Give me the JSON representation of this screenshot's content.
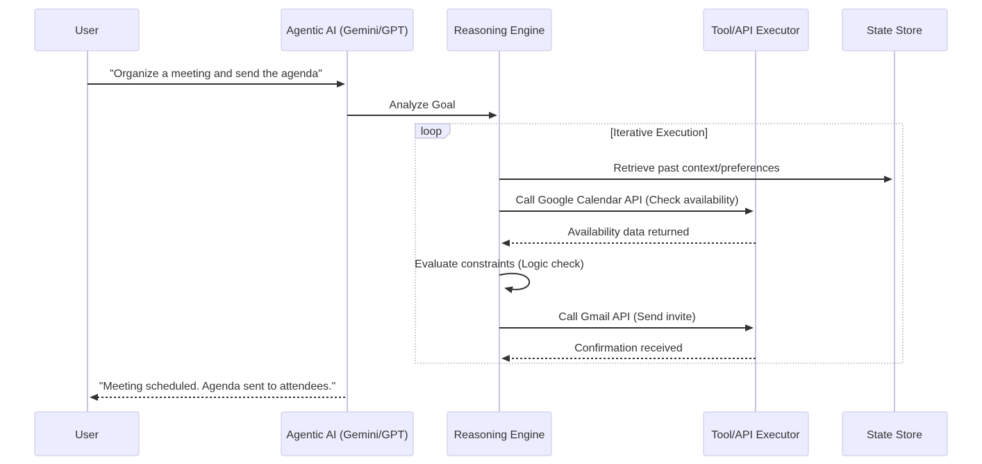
{
  "diagram": {
    "type": "sequence-diagram",
    "actors": [
      {
        "name": "User"
      },
      {
        "name": "Agentic AI (Gemini/GPT)"
      },
      {
        "name": "Reasoning Engine"
      },
      {
        "name": "Tool/API Executor"
      },
      {
        "name": "State Store"
      }
    ],
    "messages": [
      {
        "from": "User",
        "to": "Agentic AI (Gemini/GPT)",
        "text": "\"Organize a meeting and send the agenda\"",
        "line": "solid"
      },
      {
        "from": "Agentic AI (Gemini/GPT)",
        "to": "Reasoning Engine",
        "text": "Analyze Goal",
        "line": "solid"
      },
      {
        "from": "Reasoning Engine",
        "to": "State Store",
        "text": "Retrieve past context/preferences",
        "line": "solid"
      },
      {
        "from": "Reasoning Engine",
        "to": "Tool/API Executor",
        "text": "Call Google Calendar API (Check availability)",
        "line": "solid"
      },
      {
        "from": "Tool/API Executor",
        "to": "Reasoning Engine",
        "text": "Availability data returned",
        "line": "dotted"
      },
      {
        "from": "Reasoning Engine",
        "to": "Reasoning Engine",
        "text": "Evaluate constraints (Logic check)",
        "line": "self"
      },
      {
        "from": "Reasoning Engine",
        "to": "Tool/API Executor",
        "text": "Call Gmail API (Send invite)",
        "line": "solid"
      },
      {
        "from": "Tool/API Executor",
        "to": "Reasoning Engine",
        "text": "Confirmation received",
        "line": "dotted"
      },
      {
        "from": "Agentic AI (Gemini/GPT)",
        "to": "User",
        "text": "\"Meeting scheduled. Agenda sent to attendees.\"",
        "line": "dotted"
      }
    ],
    "loop": {
      "label": "loop",
      "title": "[Iterative Execution]"
    },
    "colors": {
      "actor_fill": "#ECECFF",
      "actor_border": "#c9c6e4",
      "lifeline": "#c9c3e2",
      "arrow": "#333333",
      "text": "#333333",
      "loop_border": "#b7b3c9",
      "background": "#ffffff"
    }
  }
}
